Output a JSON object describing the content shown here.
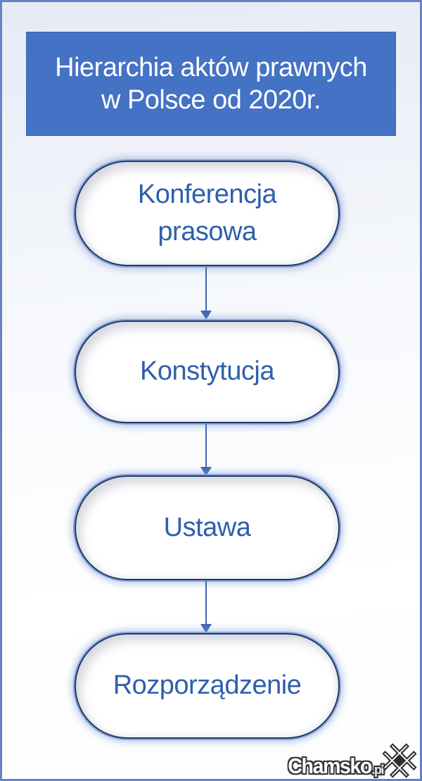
{
  "title": {
    "line1": "Hierarchia aktów prawnych",
    "line2": "w Polsce od 2020r."
  },
  "diagram": {
    "type": "flowchart",
    "direction": "top-down",
    "nodes": [
      {
        "id": "konferencja-prasowa",
        "label": "Konferencja prasowa"
      },
      {
        "id": "konstytucja",
        "label": "Konstytucja"
      },
      {
        "id": "ustawa",
        "label": "Ustawa"
      },
      {
        "id": "rozporzadzenie",
        "label": "Rozporządzenie"
      }
    ],
    "edges": [
      {
        "from": "Konferencja prasowa",
        "to": "Konstytucja"
      },
      {
        "from": "Konstytucja",
        "to": "Ustawa"
      },
      {
        "from": "Ustawa",
        "to": "Rozporządzenie"
      }
    ]
  },
  "watermark": {
    "brand": "Chamsko",
    "tld": ".pl",
    "logo": "rotated-hash-icon"
  },
  "colors": {
    "banner_bg": "#4472c4",
    "banner_text": "#ffffff",
    "node_text": "#2e5fac",
    "node_border": "#1f3a66",
    "node_glow": "#8aa6db",
    "arrow": "#3c66ae",
    "page_border": "#6683c3",
    "background_top": "#e7eaf4",
    "background_bottom": "#ffffff"
  }
}
